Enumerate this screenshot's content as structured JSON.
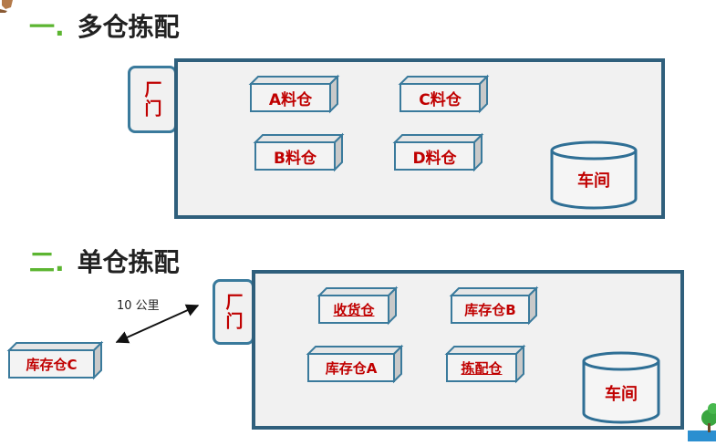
{
  "section1": {
    "number": "一.",
    "title": "多仓拣配",
    "door": "厂门",
    "warehouses": [
      "A料仓",
      "C料仓",
      "B料仓",
      "D料仓"
    ],
    "workshop": "车间"
  },
  "section2": {
    "number": "二.",
    "title": "单仓拣配",
    "door": "厂门",
    "distance": "10 公里",
    "remote_warehouse": "库存仓C",
    "warehouses": [
      "收货仓",
      "库存仓B",
      "库存仓A",
      "拣配仓"
    ],
    "workshop": "车间"
  },
  "colors": {
    "box_border": "#2f5f7c",
    "box_fill": "#f1f1f1",
    "label_red": "#c00000",
    "heading_green": "#5cb531"
  }
}
